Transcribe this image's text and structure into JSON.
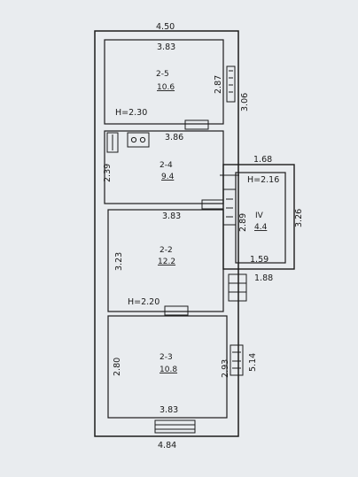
{
  "dimensions": {
    "top_outer": "4.50",
    "bottom_outer": "4.84",
    "room25_inner_top": "3.83",
    "room25_right": "2.87",
    "room25_height_right": "3.06",
    "room24_top": "3.86",
    "room24_left": "2.39",
    "room22_top": "3.83",
    "room22_left": "3.23",
    "room23_bottom_inner": "3.83",
    "room23_left": "2.80",
    "room23_right": "2.93",
    "right_total": "5.14",
    "annex_top": "1.68",
    "annex_right": "3.26",
    "annex_inner_left": "2.89",
    "annex_bottom_inner": "1.59",
    "annex_bottom_outer": "1.88"
  },
  "rooms": [
    {
      "id": "2-5",
      "area": "10.6"
    },
    {
      "id": "2-4",
      "area": "9.4"
    },
    {
      "id": "2-2",
      "area": "12.2"
    },
    {
      "id": "2-3",
      "area": "10.8"
    },
    {
      "id": "IV",
      "area": "4.4"
    }
  ],
  "heights": {
    "main": "H=2.30",
    "middle": "H=2.20",
    "annex": "H=2.16"
  }
}
